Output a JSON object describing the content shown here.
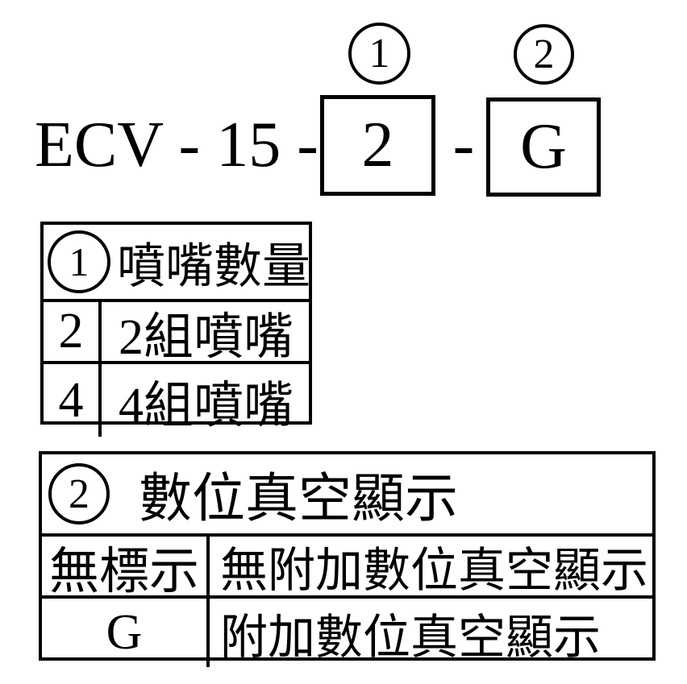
{
  "model_code": {
    "prefix": "ECV - 15 -",
    "separator": "-",
    "field1": {
      "badge": "1",
      "value": "2"
    },
    "field2": {
      "badge": "2",
      "value": "G"
    }
  },
  "table1": {
    "header": {
      "badge": "1",
      "title": "噴嘴數量"
    },
    "rows": [
      {
        "code": "2",
        "description": "2組噴嘴"
      },
      {
        "code": "4",
        "description": "4組噴嘴"
      }
    ]
  },
  "table2": {
    "header": {
      "badge": "2",
      "title": "數位真空顯示"
    },
    "rows": [
      {
        "code": "無標示",
        "description": "無附加數位真空顯示"
      },
      {
        "code": "G",
        "description": "附加數位真空顯示"
      }
    ]
  },
  "colors": {
    "ink": "#000000",
    "background": "#ffffff"
  }
}
